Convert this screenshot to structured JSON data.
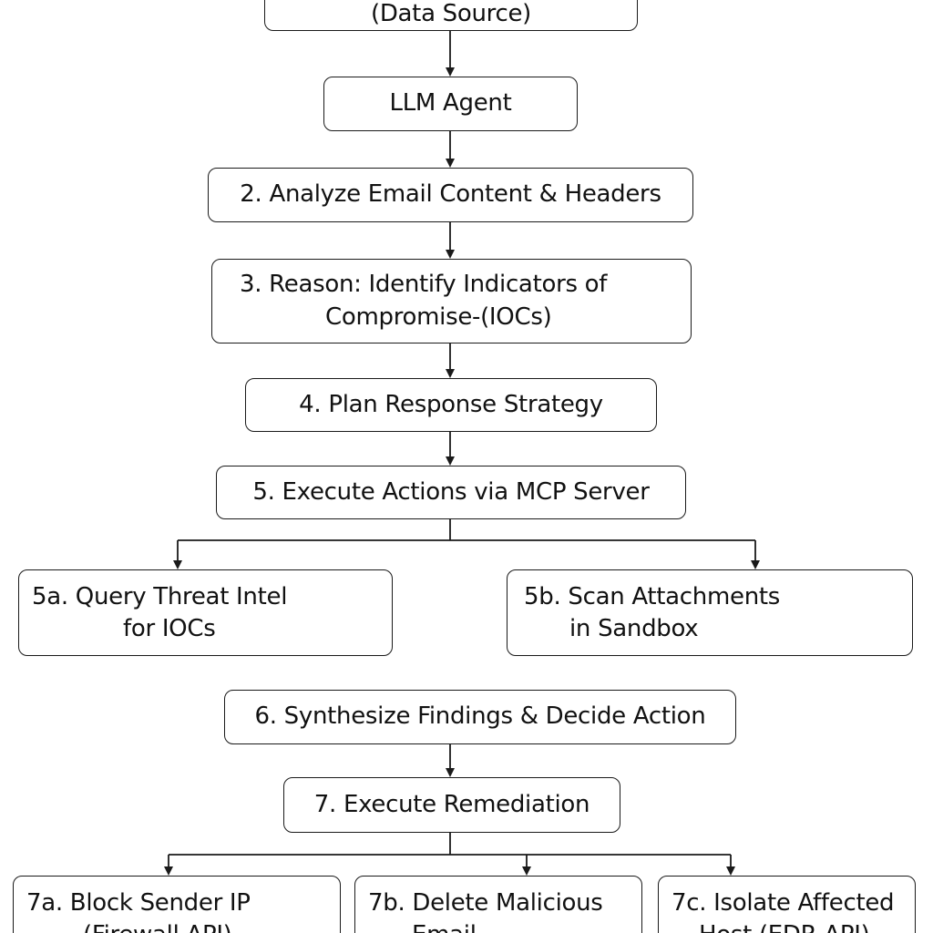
{
  "diagram": {
    "nodes": {
      "source": {
        "line1": "(Data Source)"
      },
      "llm": {
        "line1": "LLM Agent"
      },
      "step2": {
        "line1": "2. Analyze Email Content & Headers"
      },
      "step3": {
        "line1": "3. Reason: Identify Indicators of",
        "line2": "Compromise-(IOCs)"
      },
      "step4": {
        "line1": "4. Plan Response Strategy"
      },
      "step5": {
        "line1": "5. Execute Actions via MCP Server"
      },
      "step5a": {
        "line1": "5a. Query Threat Intel",
        "line2": "for IOCs"
      },
      "step5b": {
        "line1": "5b. Scan Attachments",
        "line2": "in Sandbox"
      },
      "step6": {
        "line1": "6. Synthesize Findings & Decide Action"
      },
      "step7": {
        "line1": "7. Execute Remediation"
      },
      "step7a": {
        "line1": "7a. Block Sender IP",
        "line2": "(Firewall API)"
      },
      "step7b": {
        "line1": "7b. Delete Malicious",
        "line2": "Email"
      },
      "step7c": {
        "line1": "7c. Isolate Affected",
        "line2": "Host (EDR API)"
      }
    },
    "edges": [
      [
        "source",
        "llm"
      ],
      [
        "llm",
        "step2"
      ],
      [
        "step2",
        "step3"
      ],
      [
        "step3",
        "step4"
      ],
      [
        "step4",
        "step5"
      ],
      [
        "step5",
        "step5a"
      ],
      [
        "step5",
        "step5b"
      ],
      [
        "step6",
        "step7"
      ],
      [
        "step7",
        "step7a"
      ],
      [
        "step7",
        "step7b"
      ],
      [
        "step7",
        "step7c"
      ]
    ]
  }
}
